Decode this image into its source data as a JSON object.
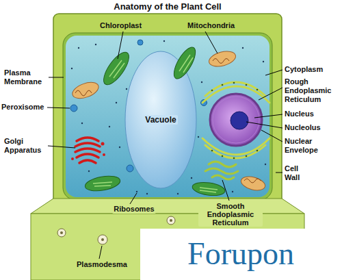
{
  "diagram": {
    "title": "Anatomy of the Plant Cell",
    "labels": [
      "Chloroplast",
      "Mitochondria",
      "Plasma Membrane",
      "Cytoplasm",
      "Peroxisome",
      "Rough Endoplasmic Reticulum",
      "Nucleus",
      "Vacuole",
      "Nucleolus",
      "Golgi Apparatus",
      "Nuclear Envelope",
      "Cell Wall",
      "Ribosomes",
      "Smooth Endoplasmic Reticulum",
      "Plasmodesma",
      "Forupon"
    ]
  }
}
